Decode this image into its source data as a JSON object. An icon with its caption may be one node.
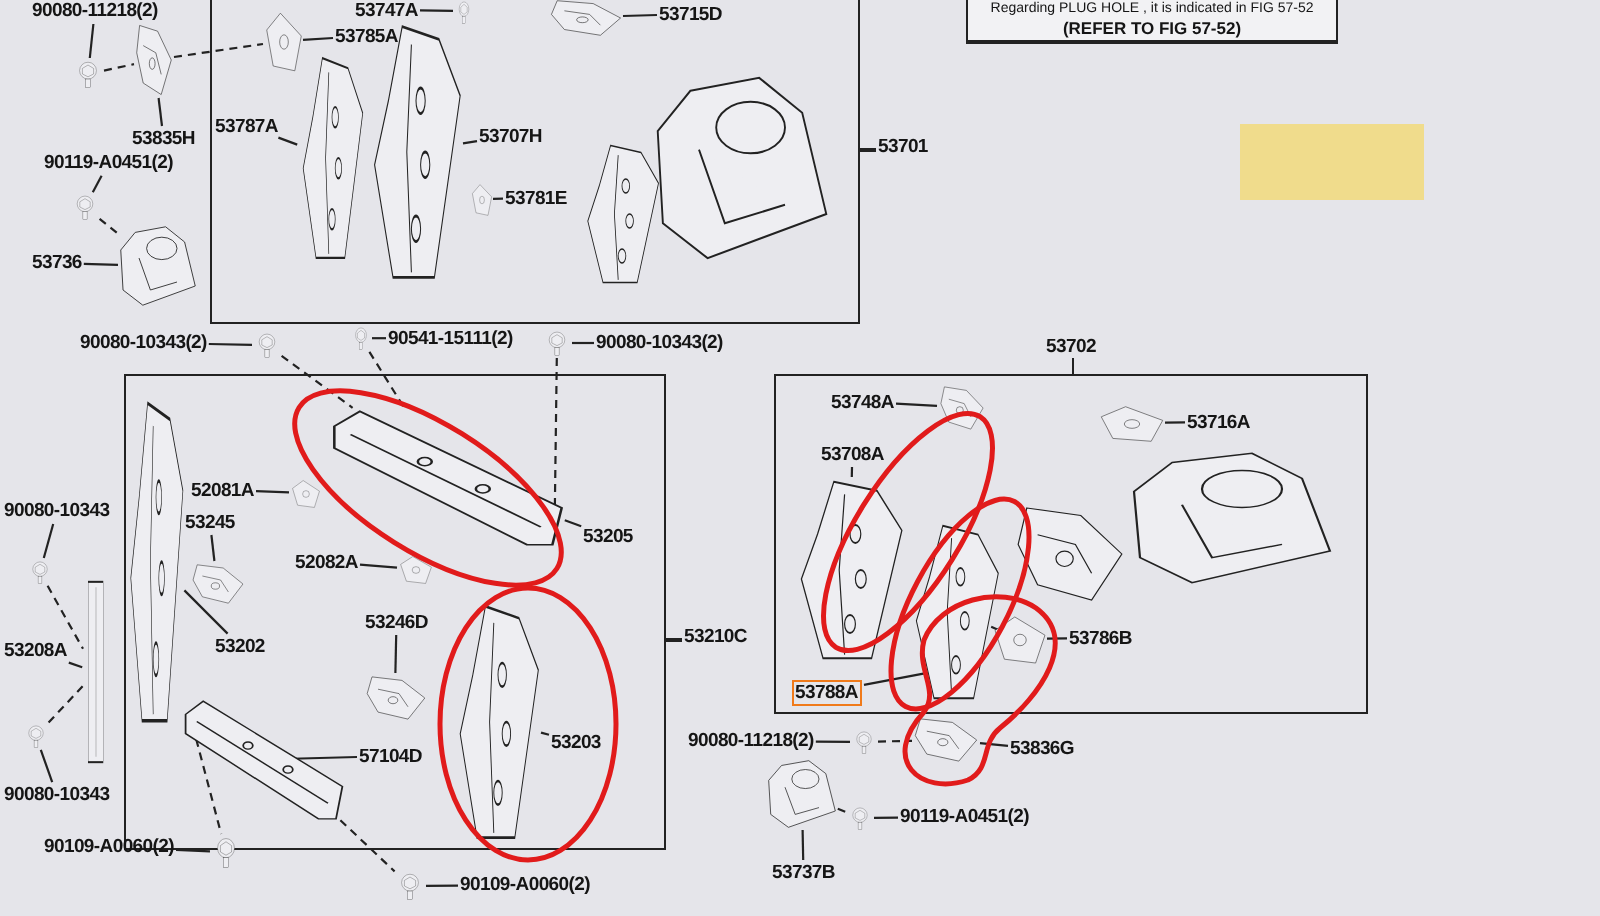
{
  "diagram": {
    "nodes": [
      {
        "text": [
          "53701"
        ]
      },
      {
        "text": [
          "90080-11218(2)"
        ]
      },
      {
        "text": [],
        "shape": "picture"
      },
      {
        "text": [],
        "shape": "picture"
      },
      {
        "text": [
          "53835H"
        ]
      },
      {
        "text": [
          "53785A"
        ],
        "in": 0
      },
      {
        "text": [],
        "shape": "picture",
        "in": 0
      },
      {
        "text": [
          "53747A"
        ],
        "in": 0
      },
      {
        "text": [],
        "shape": "picture",
        "in": 0
      },
      {
        "text": [
          "53787A"
        ],
        "in": 0
      },
      {
        "text": [],
        "shape": "picture",
        "in": 0
      },
      {
        "text": [
          "53707H"
        ],
        "in": 0
      },
      {
        "text": [],
        "shape": "picture",
        "in": 0
      },
      {
        "text": [
          "53781E"
        ],
        "in": 0
      },
      {
        "text": [],
        "shape": "picture",
        "in": 0
      },
      {
        "text": [
          "53715D"
        ],
        "in": 0
      },
      {
        "text": [],
        "shape": "picture",
        "in": 0
      },
      {
        "text": [],
        "shape": "picture",
        "in": 0
      },
      {
        "text": [],
        "shape": "picture",
        "in": 0
      },
      {
        "text": [
          "90119-A0451(2)"
        ]
      },
      {
        "text": [],
        "shape": "picture"
      },
      {
        "text": [
          "53736"
        ]
      },
      {
        "text": [],
        "shape": "picture"
      },
      {
        "text": [
          "Regarding PLUG HOLE , it is indicated in FIG 57-52",
          "(REFER TO FIG 57-52)"
        ]
      },
      {
        "text": [
          "90080-10343(2)"
        ]
      },
      {
        "text": [],
        "shape": "picture"
      },
      {
        "text": [
          "90541-15111(2)"
        ]
      },
      {
        "text": [],
        "shape": "picture"
      },
      {
        "text": [
          "90080-10343(2)"
        ]
      },
      {
        "text": [],
        "shape": "picture"
      },
      {
        "text": [
          "53210C"
        ]
      },
      {
        "text": [
          "52081A"
        ],
        "in": 30
      },
      {
        "text": [],
        "shape": "picture",
        "in": 30
      },
      {
        "text": [
          "53245"
        ],
        "in": 30
      },
      {
        "text": [],
        "shape": "picture",
        "in": 30
      },
      {
        "text": [],
        "shape": "picture",
        "in": 30
      },
      {
        "text": [
          "53202"
        ],
        "in": 30
      },
      {
        "text": [
          "52082A"
        ],
        "in": 30
      },
      {
        "text": [],
        "shape": "picture",
        "in": 30
      },
      {
        "text": [],
        "shape": "picture",
        "in": 30
      },
      {
        "text": [
          "53205"
        ],
        "in": 30
      },
      {
        "text": [
          "53246D"
        ],
        "in": 30
      },
      {
        "text": [],
        "shape": "picture",
        "in": 30
      },
      {
        "text": [],
        "shape": "picture",
        "in": 30
      },
      {
        "text": [
          "57104D"
        ],
        "in": 30
      },
      {
        "text": [],
        "shape": "picture",
        "in": 30
      },
      {
        "text": [
          "53203"
        ],
        "in": 30
      },
      {
        "text": [
          "90080-10343"
        ]
      },
      {
        "text": [],
        "shape": "picture"
      },
      {
        "text": [
          "53208A"
        ]
      },
      {
        "text": [],
        "shape": "picture"
      },
      {
        "text": [],
        "shape": "picture"
      },
      {
        "text": [
          "90080-10343"
        ]
      },
      {
        "text": [
          "90109-A0060(2)"
        ]
      },
      {
        "text": [],
        "shape": "picture"
      },
      {
        "text": [],
        "shape": "picture"
      },
      {
        "text": [
          "90109-A0060(2)"
        ]
      },
      {
        "text": [
          "53702"
        ]
      },
      {
        "text": [
          "53748A"
        ],
        "in": 57
      },
      {
        "text": [],
        "shape": "picture",
        "in": 57
      },
      {
        "text": [
          "53708A"
        ],
        "in": 57
      },
      {
        "text": [],
        "shape": "picture",
        "in": 57
      },
      {
        "text": [
          "53716A"
        ],
        "in": 57
      },
      {
        "text": [],
        "shape": "picture",
        "in": 57
      },
      {
        "text": [],
        "shape": "picture",
        "in": 57
      },
      {
        "text": [],
        "shape": "picture",
        "in": 57
      },
      {
        "text": [],
        "shape": "picture",
        "in": 57
      },
      {
        "text": [
          "53788A"
        ],
        "in": 57
      },
      {
        "text": [
          "53786B"
        ],
        "in": 57
      },
      {
        "text": [],
        "shape": "picture",
        "in": 57
      },
      {
        "text": [
          "90080-11218(2)"
        ]
      },
      {
        "text": [],
        "shape": "picture"
      },
      {
        "text": [],
        "shape": "picture"
      },
      {
        "text": [
          "53836G"
        ]
      },
      {
        "text": [],
        "shape": "picture"
      },
      {
        "text": [],
        "shape": "picture"
      },
      {
        "text": [
          "90119-A0451(2)"
        ]
      },
      {
        "text": [
          "53737B"
        ]
      }
    ],
    "edges": [
      {
        "from": 1,
        "to": 2,
        "arrow": "none"
      },
      {
        "from": 4,
        "to": 3,
        "arrow": "none"
      },
      {
        "from": 5,
        "to": 6,
        "arrow": "none"
      },
      {
        "from": 7,
        "to": 8,
        "arrow": "none"
      },
      {
        "from": 9,
        "to": 10,
        "arrow": "none"
      },
      {
        "from": 11,
        "to": 12,
        "arrow": "none"
      },
      {
        "from": 13,
        "to": 14,
        "arrow": "none"
      },
      {
        "from": 15,
        "to": 16,
        "arrow": "none"
      },
      {
        "from": 19,
        "to": 20,
        "arrow": "none"
      },
      {
        "from": 21,
        "to": 22,
        "arrow": "none"
      },
      {
        "from": 24,
        "to": 25,
        "arrow": "none"
      },
      {
        "from": 26,
        "to": 27,
        "arrow": "none"
      },
      {
        "from": 28,
        "to": 29,
        "arrow": "none"
      },
      {
        "from": 31,
        "to": 32,
        "arrow": "none"
      },
      {
        "from": 33,
        "to": 34,
        "arrow": "none"
      },
      {
        "from": 36,
        "to": 35,
        "arrow": "none"
      },
      {
        "from": 37,
        "to": 38,
        "arrow": "none"
      },
      {
        "from": 40,
        "to": 39,
        "arrow": "none"
      },
      {
        "from": 41,
        "to": 42,
        "arrow": "none"
      },
      {
        "from": 44,
        "to": 43,
        "arrow": "none"
      },
      {
        "from": 46,
        "to": 45,
        "arrow": "none"
      },
      {
        "from": 47,
        "to": 48,
        "arrow": "none"
      },
      {
        "from": 49,
        "to": 50,
        "arrow": "none"
      },
      {
        "from": 52,
        "to": 51,
        "arrow": "none"
      },
      {
        "from": 53,
        "to": 54,
        "arrow": "none"
      },
      {
        "from": 56,
        "to": 55,
        "arrow": "none"
      },
      {
        "from": 58,
        "to": 59,
        "arrow": "none"
      },
      {
        "from": 60,
        "to": 61,
        "arrow": "none"
      },
      {
        "from": 62,
        "to": 63,
        "arrow": "none"
      },
      {
        "from": 67,
        "to": 66,
        "arrow": "none"
      },
      {
        "from": 68,
        "to": 69,
        "arrow": "none"
      },
      {
        "from": 70,
        "to": 71,
        "arrow": "none"
      },
      {
        "from": 73,
        "to": 72,
        "arrow": "none"
      },
      {
        "from": 77,
        "to": 74,
        "arrow": "none"
      },
      {
        "from": 76,
        "to": 75,
        "arrow": "none"
      },
      {
        "from": 2,
        "to": 3,
        "arrow": "none",
        "style": "dashed"
      },
      {
        "from": 3,
        "to": 6,
        "arrow": "none",
        "style": "dashed"
      },
      {
        "from": 20,
        "to": 22,
        "arrow": "none",
        "style": "dashed"
      },
      {
        "from": 25,
        "to": 39,
        "arrow": "none",
        "style": "dashed"
      },
      {
        "from": 27,
        "to": 39,
        "arrow": "none",
        "style": "dashed"
      },
      {
        "from": 29,
        "to": 39,
        "arrow": "none",
        "style": "dashed"
      },
      {
        "from": 48,
        "to": 50,
        "arrow": "none",
        "style": "dashed"
      },
      {
        "from": 51,
        "to": 50,
        "arrow": "none",
        "style": "dashed"
      },
      {
        "from": 43,
        "to": 54,
        "arrow": "none",
        "style": "dashed"
      },
      {
        "from": 43,
        "to": 55,
        "arrow": "none",
        "style": "dashed"
      },
      {
        "from": 69,
        "to": 66,
        "arrow": "none",
        "style": "dashed"
      },
      {
        "from": 71,
        "to": 72,
        "arrow": "none",
        "style": "dashed"
      },
      {
        "from": 74,
        "to": 75,
        "arrow": "none",
        "style": "dashed"
      }
    ]
  }
}
